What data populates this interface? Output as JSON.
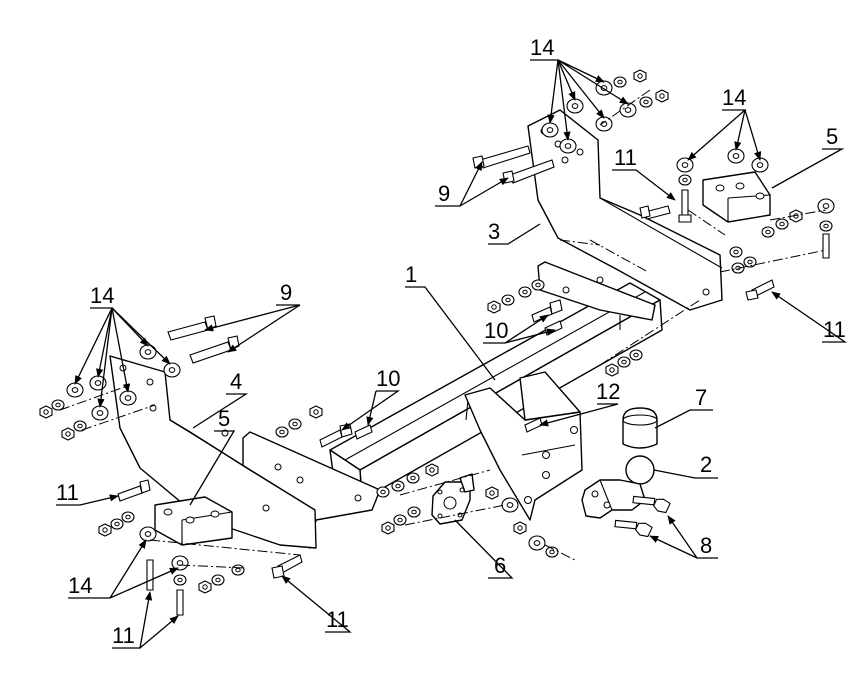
{
  "callouts": {
    "c1": "1",
    "c2": "2",
    "c3": "3",
    "c4": "4",
    "c5a": "5",
    "c5b": "5",
    "c6": "6",
    "c7": "7",
    "c8": "8",
    "c9a": "9",
    "c9b": "9",
    "c10a": "10",
    "c10b": "10",
    "c11a": "11",
    "c11b": "11",
    "c11c": "11",
    "c11d": "11",
    "c12": "12",
    "c14a": "14",
    "c14b": "14",
    "c14c": "14",
    "c14d": "14"
  }
}
